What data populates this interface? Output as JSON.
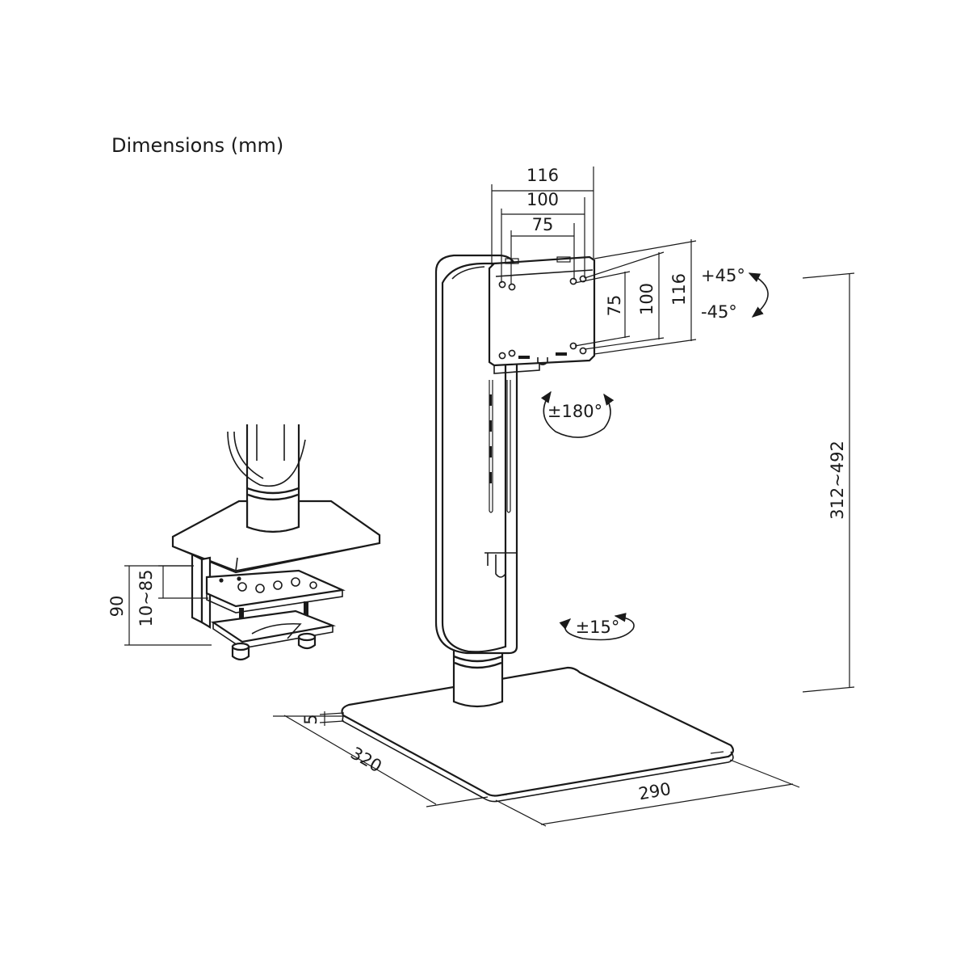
{
  "title": "Dimensions (mm)",
  "vesa": {
    "width_outer": "116",
    "width_mid": "100",
    "width_inner": "75",
    "height_inner": "75",
    "height_mid": "100",
    "height_outer": "116"
  },
  "rotation": {
    "tilt_up": "+45°",
    "tilt_down": "-45°",
    "rotate": "±180°",
    "swivel": "±15°"
  },
  "height_range": "312~492",
  "base": {
    "thickness": "5",
    "depth": "320",
    "width": "290"
  },
  "clamp": {
    "total_height": "90",
    "desk_range": "10~85"
  }
}
